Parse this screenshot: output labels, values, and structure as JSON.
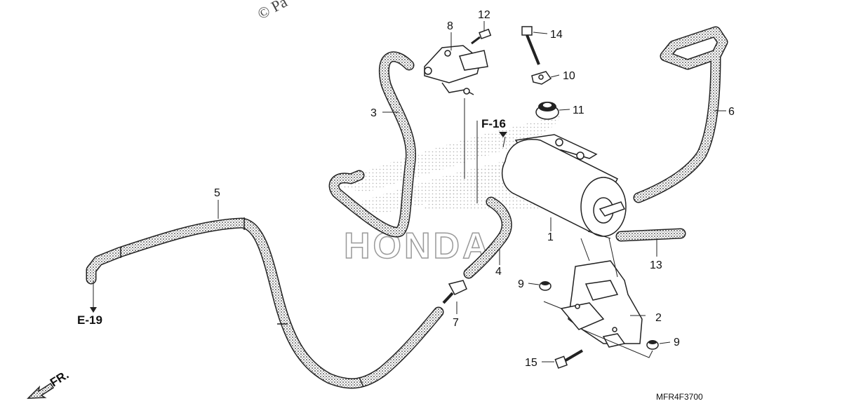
{
  "watermark": "© Pa",
  "brand_watermark": "HONDA",
  "figure_code": "MFR4F3700",
  "direction_label": "FR.",
  "references": {
    "e19": "E-19",
    "f16": "F-16"
  },
  "callouts": {
    "c1": "1",
    "c2": "2",
    "c3": "3",
    "c4": "4",
    "c5": "5",
    "c6": "6",
    "c7": "7",
    "c8": "8",
    "c9a": "9",
    "c9b": "9",
    "c10": "10",
    "c11": "11",
    "c12": "12",
    "c13": "13",
    "c14": "14",
    "c15": "15"
  }
}
